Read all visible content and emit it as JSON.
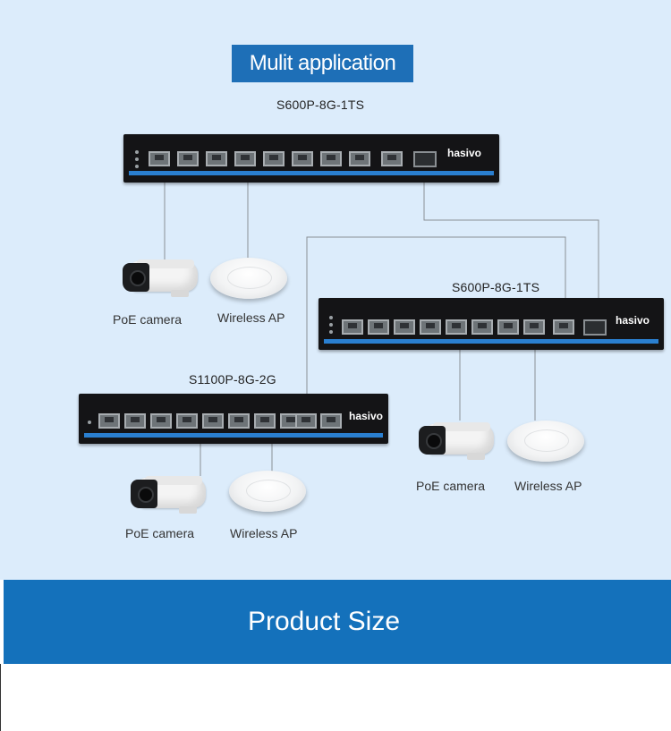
{
  "heading": "Mulit application",
  "switches": {
    "top_model": "S600P-8G-1TS",
    "right_model": "S600P-8G-1TS",
    "left_model": "S1100P-8G-2G",
    "brand": "hasivo"
  },
  "devices": {
    "camera_label": "PoE camera",
    "ap_label": "Wireless AP"
  },
  "banner": {
    "title": "Product Size"
  },
  "colors": {
    "panel_background": "#dcecfb",
    "heading_blue": "#1e6fb7",
    "banner_blue": "#1471bb",
    "cable": "#8a9096"
  }
}
